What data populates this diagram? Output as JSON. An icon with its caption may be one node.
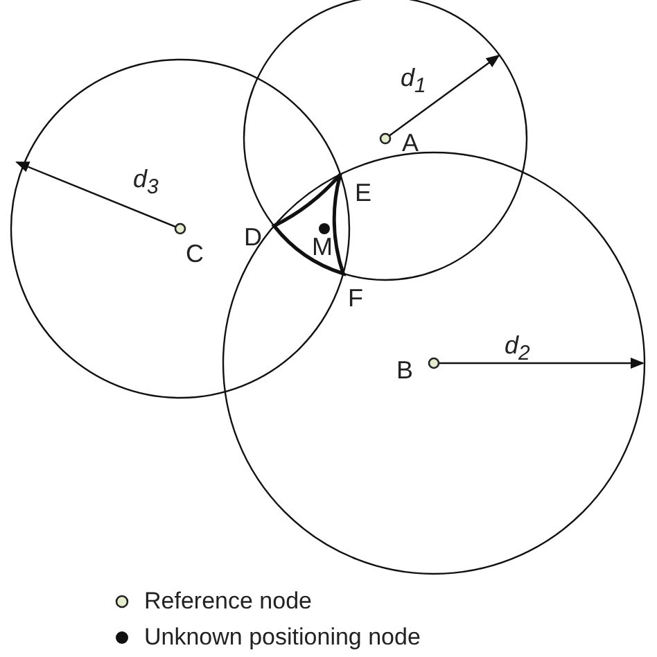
{
  "diagram": {
    "labels": [
      "d$_{1}$",
      "A",
      "d$_{3}$",
      "E",
      "C",
      "D",
      "M",
      "F",
      "B",
      "d$_{2}$"
    ],
    "legend": [
      {
        "text": "Reference node"
      },
      {
        "text": "Unknown positioning node"
      }
    ]
  }
}
